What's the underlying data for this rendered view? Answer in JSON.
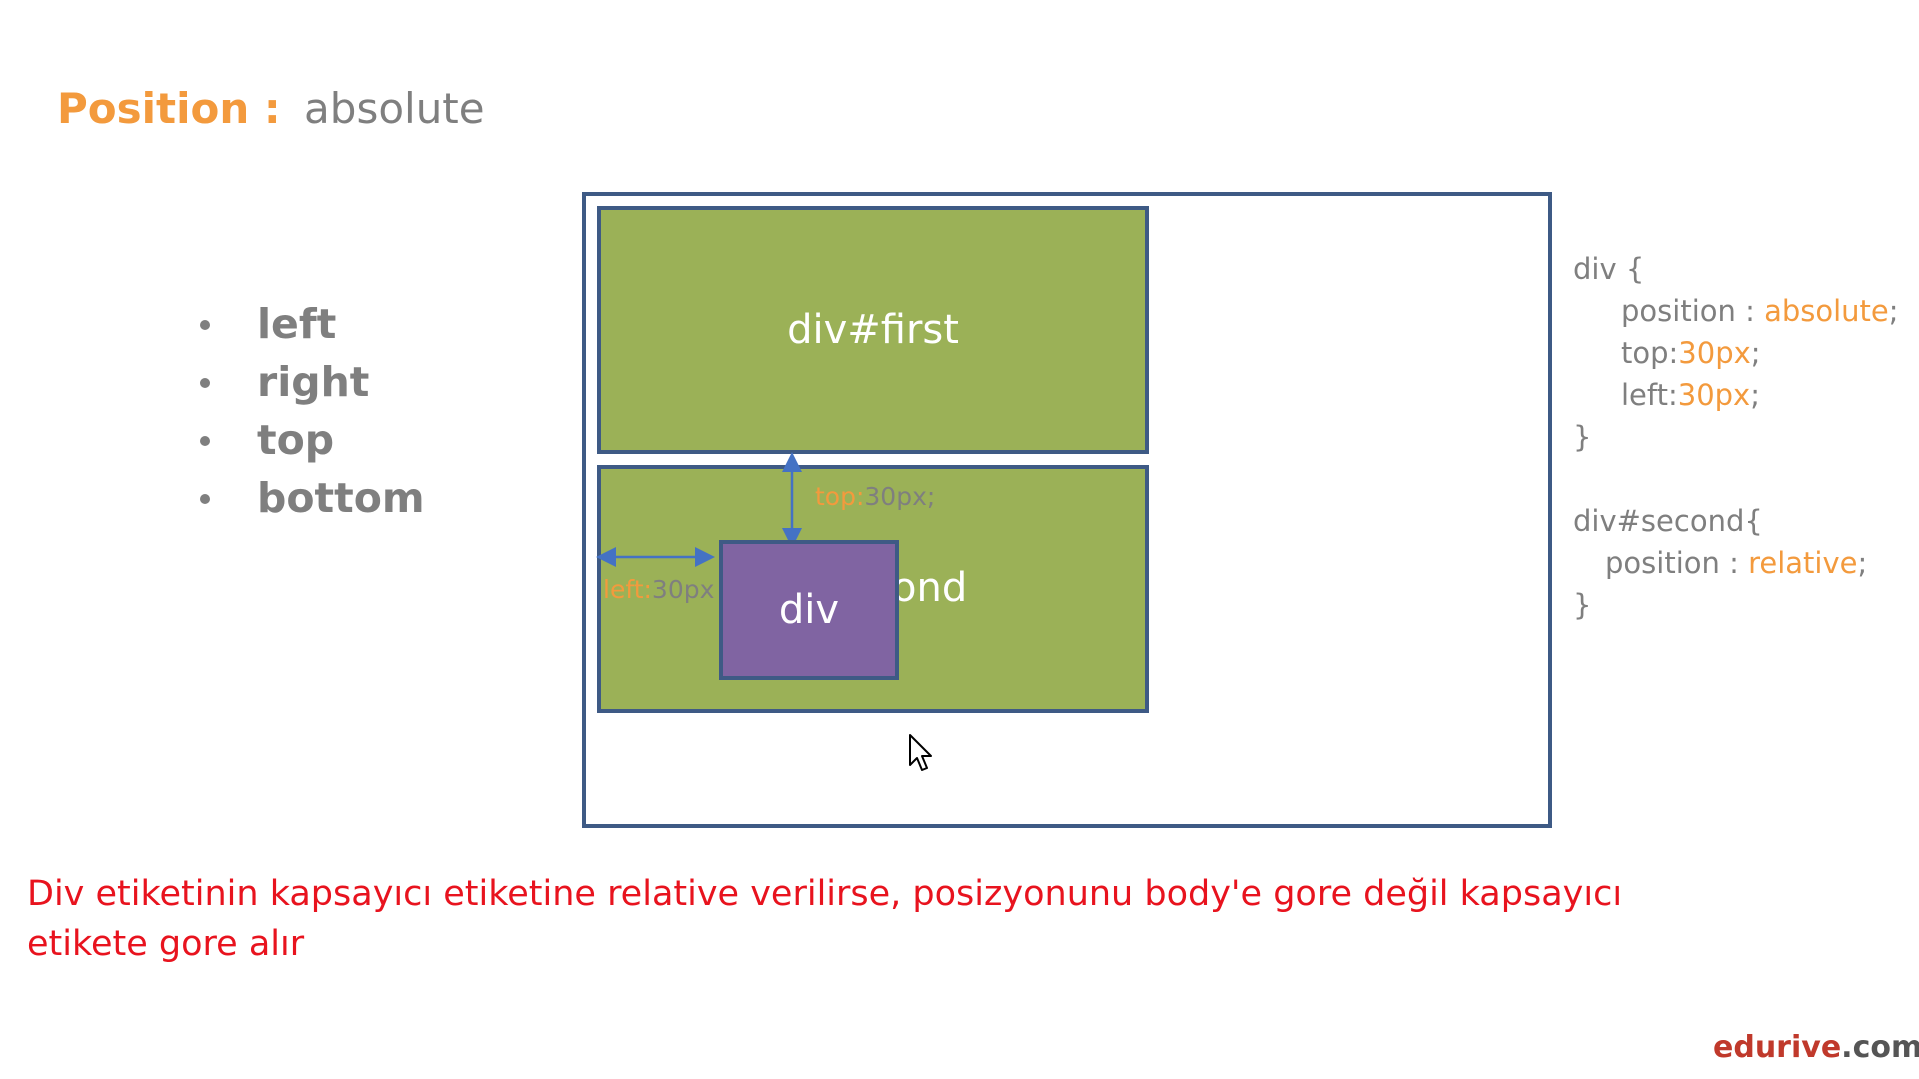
{
  "title": {
    "key": "Position :",
    "value": "absolute"
  },
  "bullets": [
    "left",
    "right",
    "top",
    "bottom"
  ],
  "diagram": {
    "first_label": "div#first",
    "second_label": "cond",
    "div_label": "div",
    "top_annot": {
      "key": "top:",
      "value": "30px;"
    },
    "left_annot": {
      "key": "left:",
      "value": "30px"
    }
  },
  "code": {
    "l1": "div {",
    "l2_key": "position : ",
    "l2_val": "absolute",
    "l2_end": ";",
    "l3_key": "top:",
    "l3_val": "30px",
    "l3_end": ";",
    "l4_key": "left:",
    "l4_val": "30px",
    "l4_end": ";",
    "l5": "}",
    "l6": "div#second{",
    "l7_key": "position : ",
    "l7_val": "relative",
    "l7_end": ";",
    "l8": "}"
  },
  "note": "Div etiketinin kapsayıcı etiketine relative verilirse, posizyonunu body'e gore değil kapsayıcı etikete gore alır",
  "brand": {
    "name": "edurive",
    "tld": ".com"
  },
  "colors": {
    "accent": "#f39a3d",
    "green": "#9bb157",
    "purple": "#8064a2",
    "border": "#3e5a85",
    "note": "#e8131e"
  }
}
